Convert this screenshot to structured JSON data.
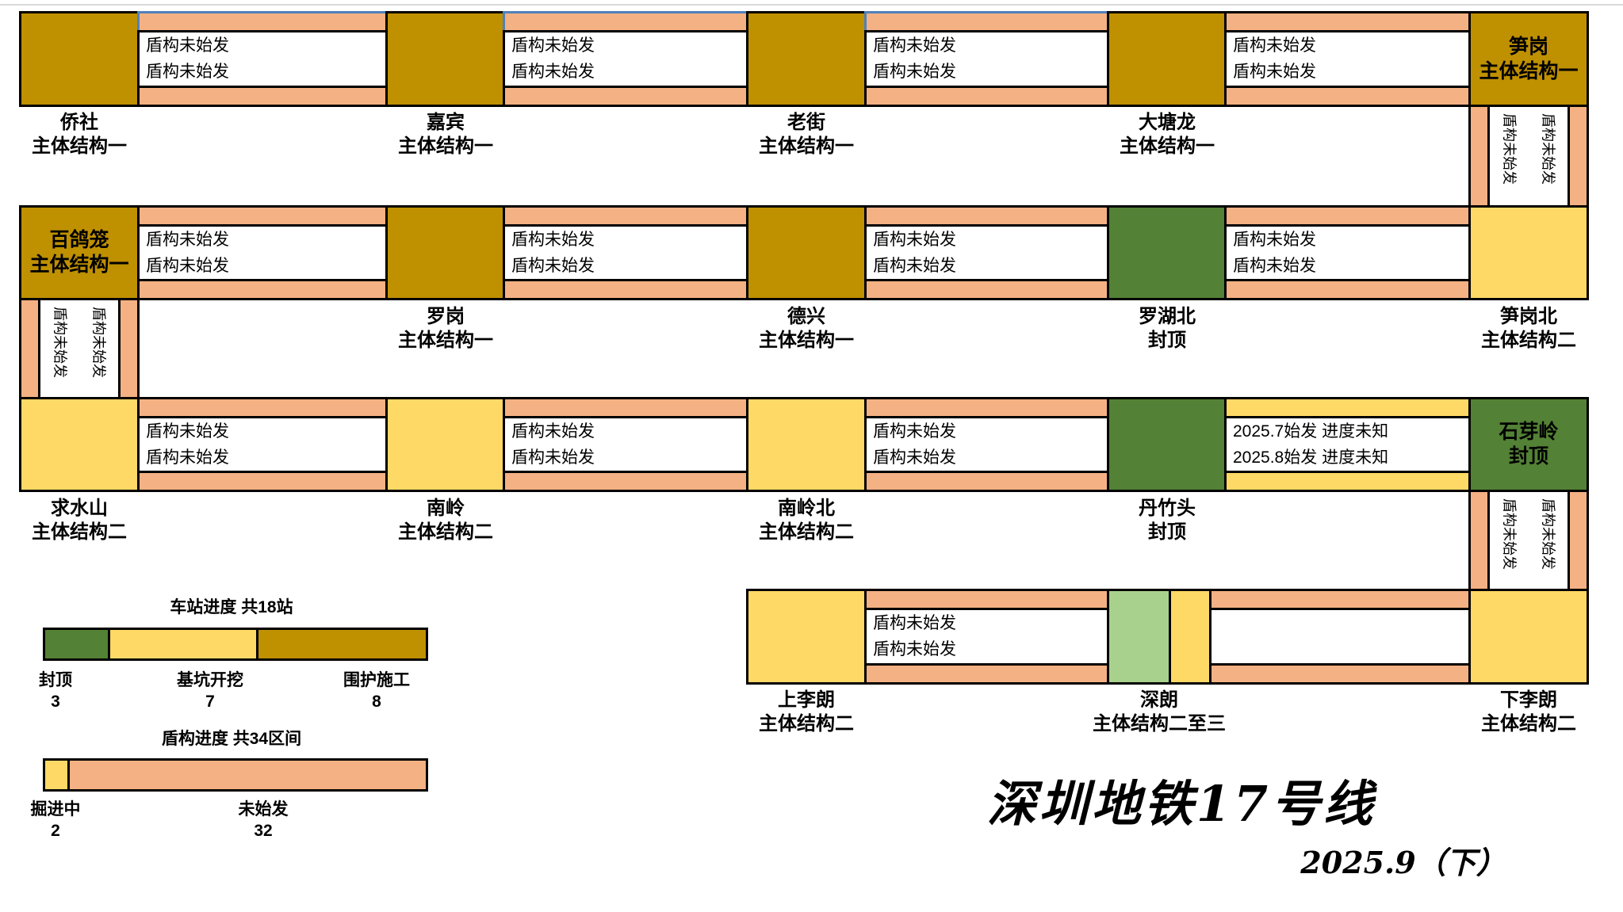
{
  "title": {
    "main": "深圳地铁17号线",
    "date": "2025.9（下）"
  },
  "colors": {
    "green": "#538135",
    "lgreen": "#A9D18E",
    "yellow": "#FFD966",
    "dark": "#BF9000",
    "salmon": "#F4B183",
    "blue": "#4F81BD",
    "topline": "#D9D9D9"
  },
  "stations": {
    "qiaoshe": {
      "name": "侨社",
      "status": "主体结构一"
    },
    "jiabin": {
      "name": "嘉宾",
      "status": "主体结构一"
    },
    "laojie": {
      "name": "老街",
      "status": "主体结构一"
    },
    "datanglong": {
      "name": "大塘龙",
      "status": "主体结构一"
    },
    "sungang": {
      "name": "笋岗",
      "status": "主体结构一"
    },
    "baigelong": {
      "name": "百鸽笼",
      "status": "主体结构一"
    },
    "luogang": {
      "name": "罗岗",
      "status": "主体结构一"
    },
    "dexing": {
      "name": "德兴",
      "status": "主体结构一"
    },
    "luohubei": {
      "name": "罗湖北",
      "status": "封顶"
    },
    "sungangbei": {
      "name": "笋岗北",
      "status": "主体结构二"
    },
    "qiushuishan": {
      "name": "求水山",
      "status": "主体结构二"
    },
    "nanling": {
      "name": "南岭",
      "status": "主体结构二"
    },
    "nanlingbei": {
      "name": "南岭北",
      "status": "主体结构二"
    },
    "danzhutou": {
      "name": "丹竹头",
      "status": "封顶"
    },
    "shiyaling": {
      "name": "石芽岭",
      "status": "封顶"
    },
    "shanglilang": {
      "name": "上李朗",
      "status": "主体结构二"
    },
    "shenlang": {
      "name": "深朗",
      "status": "主体结构二至三"
    },
    "xialilang": {
      "name": "下李朗",
      "status": "主体结构二"
    }
  },
  "tunnels": {
    "qiaoshe_jiabin": {
      "l1": "盾构未始发",
      "l2": "盾构未始发"
    },
    "jiabin_laojie": {
      "l1": "盾构未始发",
      "l2": "盾构未始发"
    },
    "laojie_datanglong": {
      "l1": "盾构未始发",
      "l2": "盾构未始发"
    },
    "datanglong_sungang": {
      "l1": "盾构未始发",
      "l2": "盾构未始发"
    },
    "sungang_sungangbei": {
      "l1": "盾构未始发",
      "l2": "盾构未始发"
    },
    "baigelong_luogang": {
      "l1": "盾构未始发",
      "l2": "盾构未始发"
    },
    "luogang_dexing": {
      "l1": "盾构未始发",
      "l2": "盾构未始发"
    },
    "dexing_luohubei": {
      "l1": "盾构未始发",
      "l2": "盾构未始发"
    },
    "luohubei_sungangbei": {
      "l1": "盾构未始发",
      "l2": "盾构未始发"
    },
    "baigelong_qiushuishan": {
      "l1": "盾构未始发",
      "l2": "盾构未始发"
    },
    "qiushuishan_nanling": {
      "l1": "盾构未始发",
      "l2": "盾构未始发"
    },
    "nanling_nanlingbei": {
      "l1": "盾构未始发",
      "l2": "盾构未始发"
    },
    "nanlingbei_danzhutou": {
      "l1": "盾构未始发",
      "l2": "盾构未始发"
    },
    "danzhutou_shiyaling": {
      "l1": "2025.7始发 进度未知",
      "l2": "2025.8始发 进度未知"
    },
    "shiyaling_xialilang": {
      "l1": "盾构未始发",
      "l2": "盾构未始发"
    },
    "shanglilang_shenlang": {
      "l1": "盾构未始发",
      "l2": "盾构未始发"
    },
    "shenlang_xialilang": {
      "l1": "",
      "l2": ""
    }
  },
  "legend": {
    "station_title": "车站进度 共18站",
    "station_items": [
      {
        "label": "封顶",
        "count": "3"
      },
      {
        "label": "基坑开挖",
        "count": "7"
      },
      {
        "label": "围护施工",
        "count": "8"
      }
    ],
    "tunnel_title": "盾构进度 共34区间",
    "tunnel_items": [
      {
        "label": "掘进中",
        "count": "2"
      },
      {
        "label": "未始发",
        "count": "32"
      }
    ]
  }
}
